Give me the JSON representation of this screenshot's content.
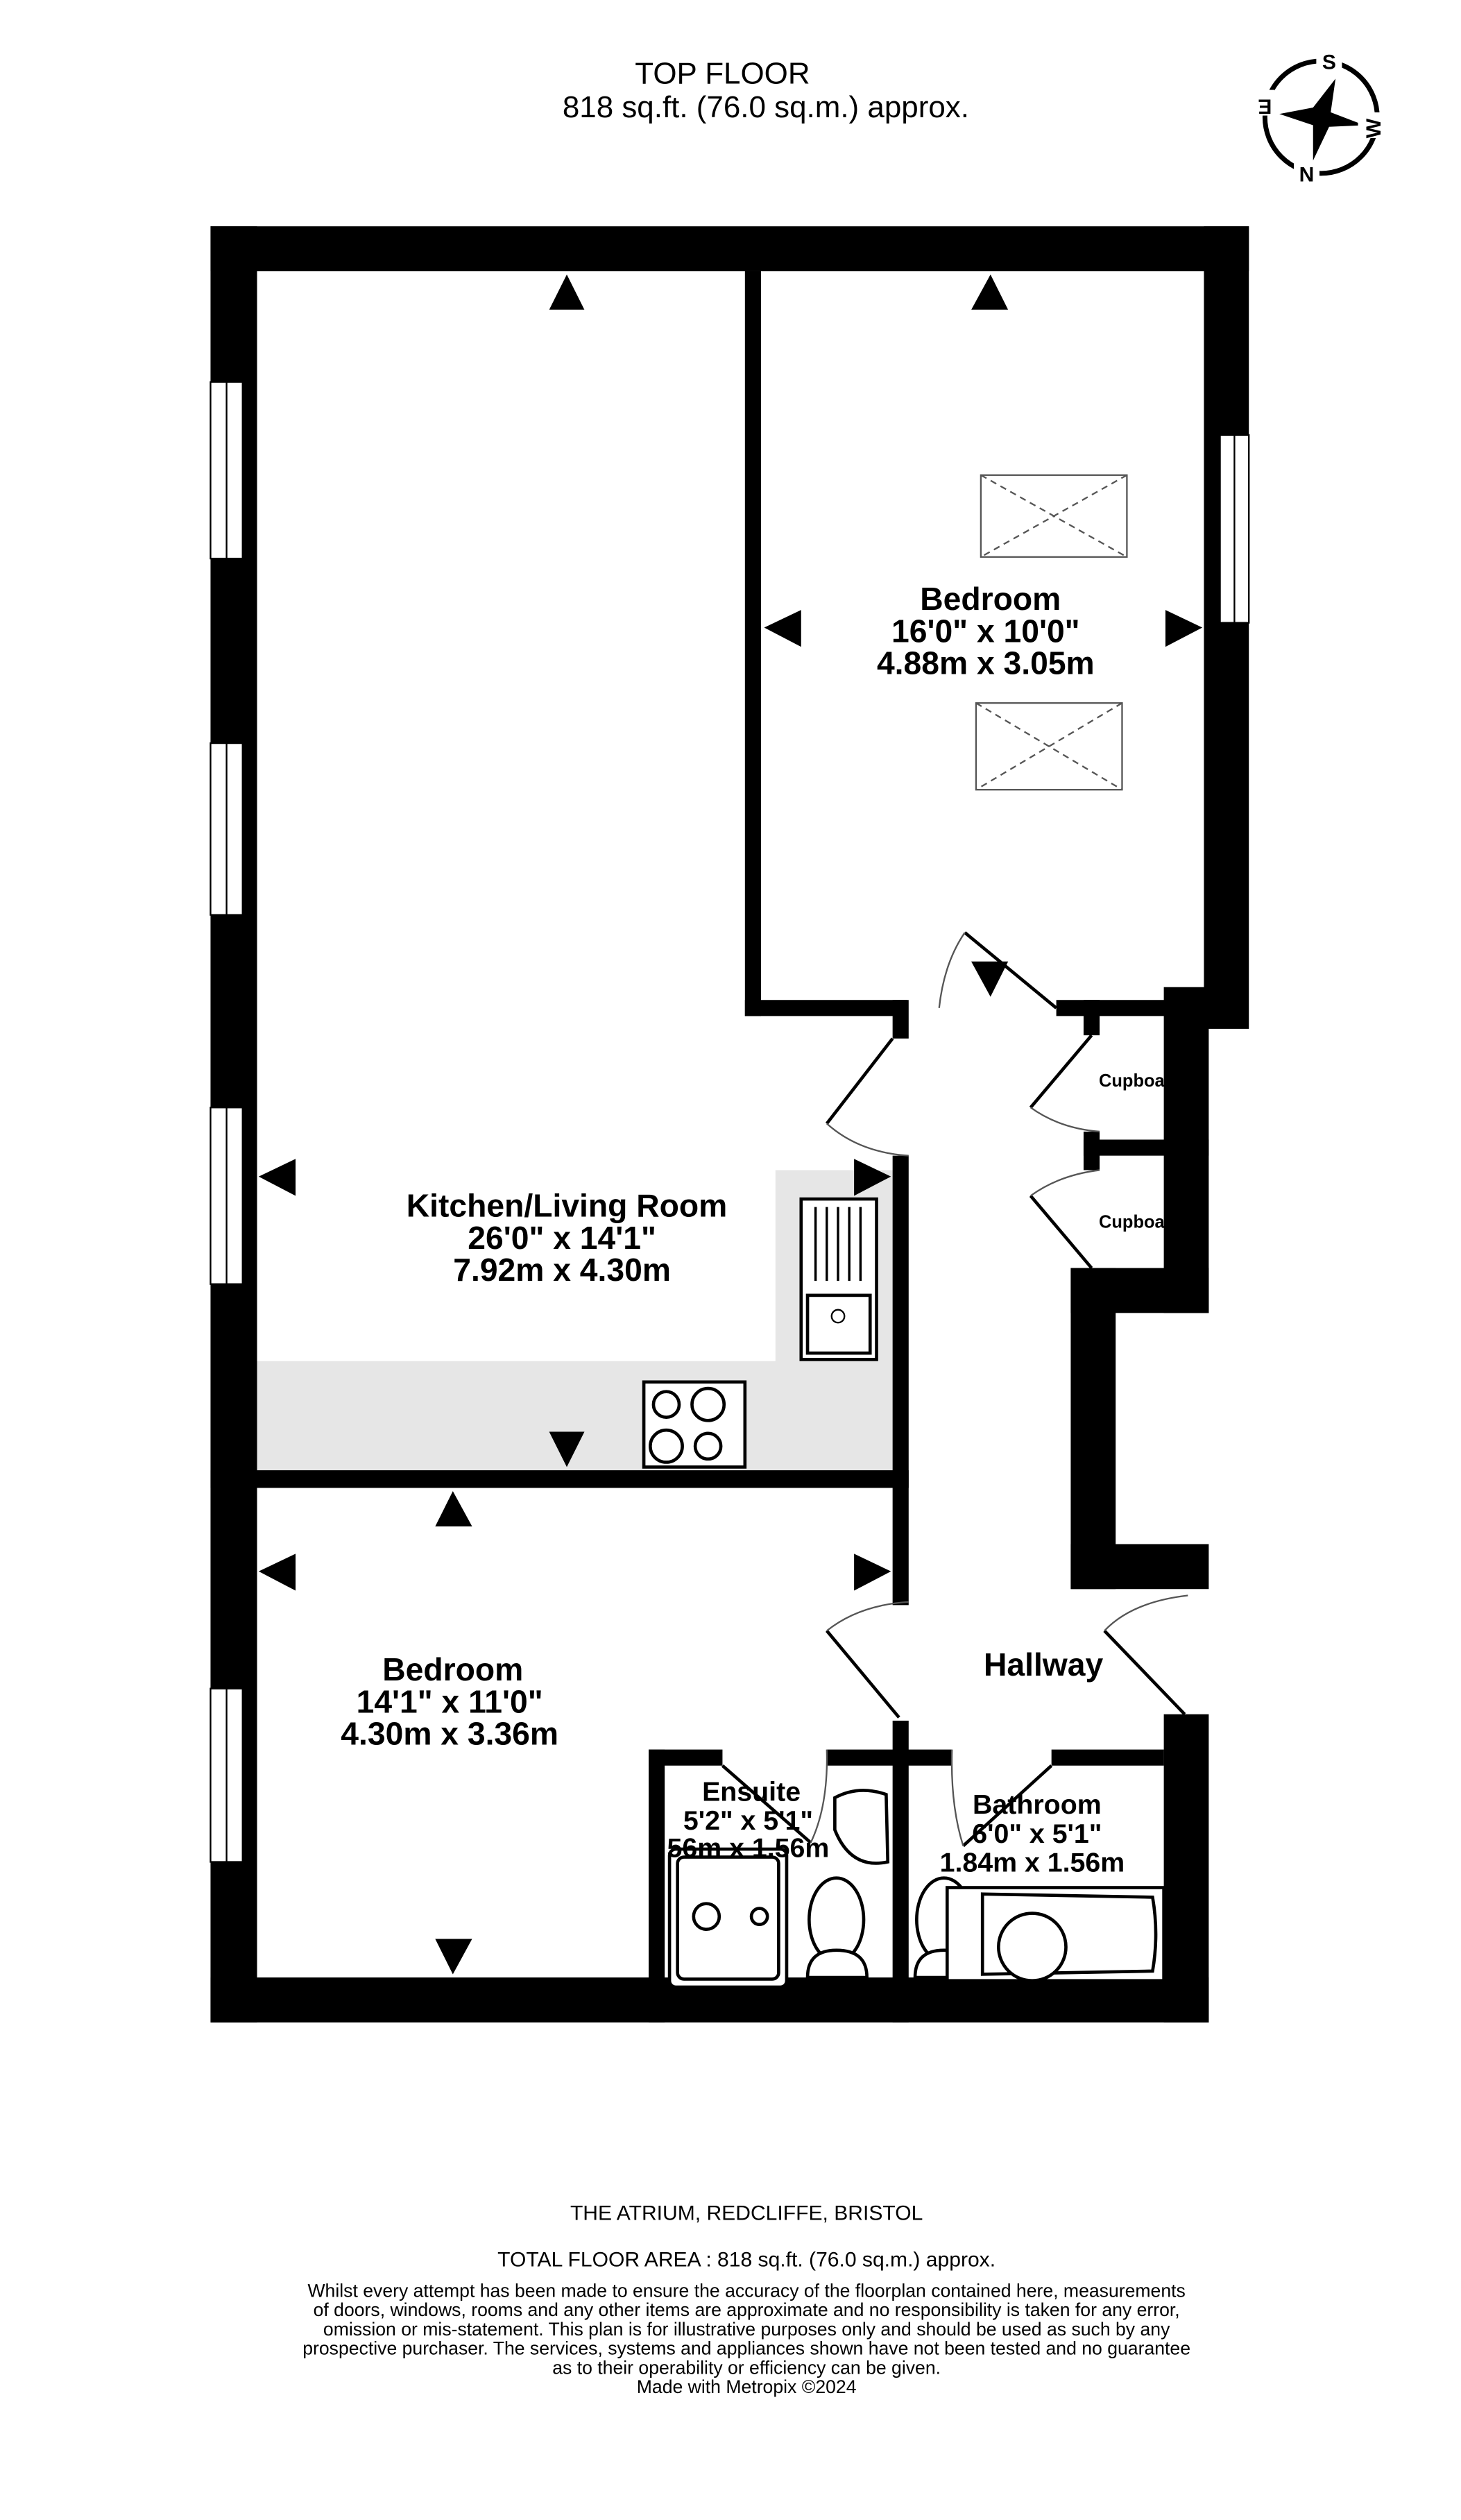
{
  "header": {
    "floor": "TOP FLOOR",
    "area": "818 sq.ft. (76.0 sq.m.) approx."
  },
  "compass": {
    "n": "N",
    "s": "S",
    "e": "E",
    "w": "W"
  },
  "rooms": {
    "bedroom1": {
      "name": "Bedroom",
      "imperial": "16'0\"  x 10'0\"",
      "metric": "4.88m  x 3.05m"
    },
    "kitchen": {
      "name": "Kitchen/Living Room",
      "imperial": "26'0\"  x 14'1\"",
      "metric": "7.92m  x 4.30m"
    },
    "bedroom2": {
      "name": "Bedroom",
      "imperial": "14'1\"  x 11'0\"",
      "metric": "4.30m  x 3.36m"
    },
    "hallway": {
      "name": "Hallway"
    },
    "ensuite": {
      "name": "Ensuite",
      "imperial": "5'2\"  x 5'1\"",
      "metric": "56m  x 1.56m"
    },
    "bathroom": {
      "name": "Bathroom",
      "imperial": "6'0\"  x 5'1\"",
      "metric": "1.84m  x 1.56m"
    },
    "cupboard1": {
      "name": "Cupboa"
    },
    "cupboard2": {
      "name": "Cupboa"
    }
  },
  "footer": {
    "address": "THE ATRIUM, REDCLIFFE, BRISTOL",
    "total": "TOTAL FLOOR AREA : 818 sq.ft. (76.0 sq.m.) approx.",
    "disclaimer": [
      "Whilst every attempt has been made to ensure the accuracy of the floorplan contained here, measurements",
      "of doors, windows, rooms and any other items are approximate and no responsibility is taken for any error,",
      "omission or mis-statement. This plan is for illustrative purposes only and should be used as such by any",
      "prospective purchaser. The services, systems and appliances shown have not been tested and no guarantee",
      "as to their operability or efficiency can be given."
    ],
    "credit": "Made with Metropix ©2024"
  },
  "colors": {
    "wall": "#000000",
    "counter": "#e6e6e6"
  }
}
